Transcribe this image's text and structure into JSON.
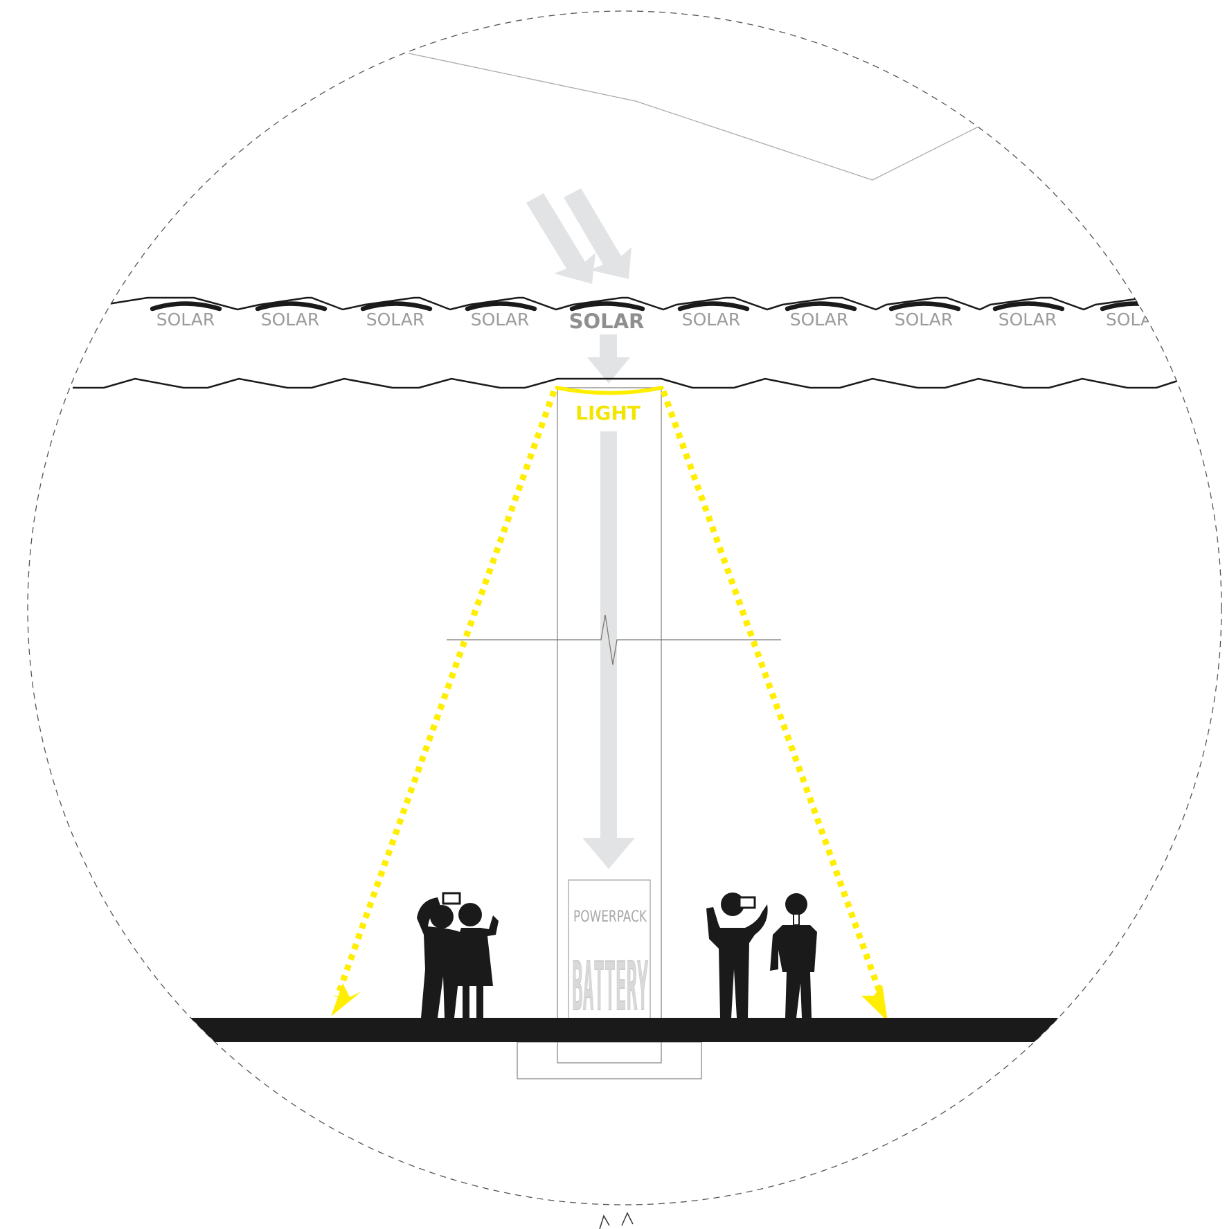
{
  "labels": {
    "panel": "SOLAR",
    "panel_cut": "SOLA",
    "main_solar": "SOLAR",
    "light": "LIGHT",
    "powerpack": "POWERPACK",
    "battery": "BATTERY"
  },
  "colors": {
    "light": "#ffee00",
    "arrow_grey": "#e2e3e5",
    "ink": "#1a1a1a"
  },
  "icons": [
    "sun-rays-icon",
    "energy-arrow-icon",
    "person-icon"
  ]
}
